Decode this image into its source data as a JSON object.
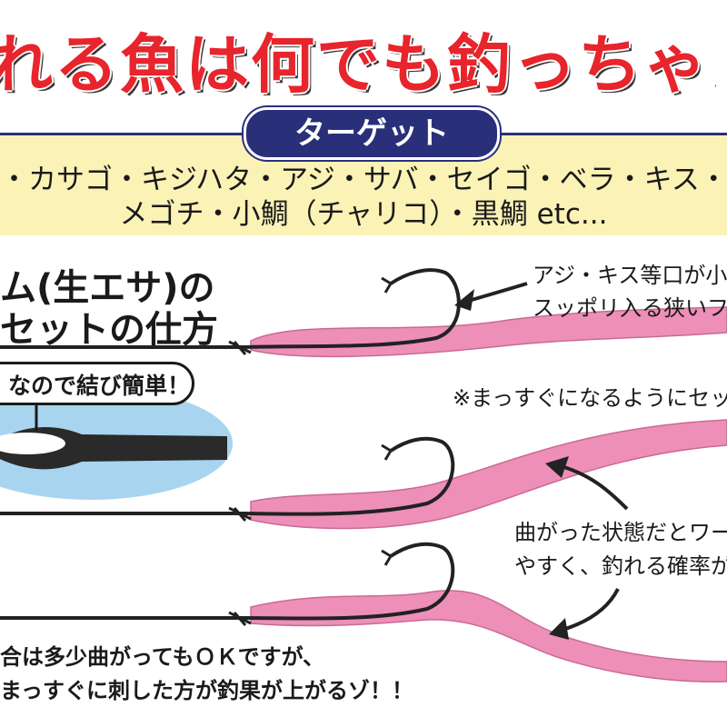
{
  "headline": "れる魚は何でも釣っちゃえ",
  "target_label": "ターゲット",
  "targets_line1": "・カサゴ・キジハタ・アジ・サバ・セイゴ・ベラ・キス・",
  "targets_line2": "メゴチ・小鯛（チャリコ）・黒鯛 etc...",
  "section_title_line1": "ム(生エサ)の",
  "section_title_line2": "セットの仕方",
  "annotation_top_line1": "アジ・キス等口が小",
  "annotation_top_line2": "スッポリ入る狭いフ",
  "note_straight": "※まっすぐになるようにセッ",
  "knot_bubble": "なので結び簡単！",
  "annotation_curved_line1": "曲がった状態だとワー",
  "annotation_curved_line2": "やすく、釣れる確率が",
  "bottom_line1": "合は多少曲がってもＯＫですが、",
  "bottom_line2": "まっすぐに刺した方が釣果が上がるゾ！！",
  "colors": {
    "headline_red": "#e8242c",
    "navy": "#2a2f7a",
    "band_yellow": "#fbf2b6",
    "worm_pink": "#ee8fb8",
    "knot_blue": "#a9d4ef"
  }
}
